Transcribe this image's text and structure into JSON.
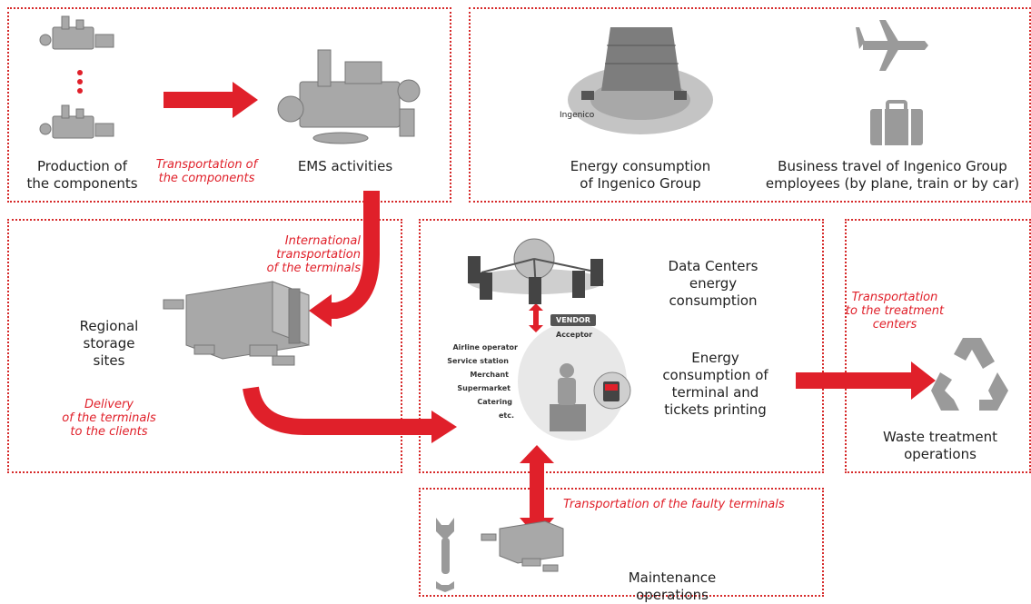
{
  "labels": {
    "production": "Production of\nthe components",
    "transport_components": "Transportation of\nthe components",
    "ems": "EMS activities",
    "energy_group": "Energy consumption\nof Ingenico Group",
    "business_travel": "Business travel of Ingenico Group\nemployees (by plane, train or by car)",
    "intl_transport": "International\ntransportation\nof the terminals",
    "regional_storage": "Regional\nstorage\nsites",
    "delivery": "Delivery\nof the terminals\nto the clients",
    "data_centers": "Data Centers\nenergy\nconsumption",
    "energy_terminal": "Energy\nconsumption of\nterminal and\ntickets printing",
    "transport_treatment": "Transportation\nto the treatment\ncenters",
    "waste": "Waste treatment\noperations",
    "faulty": "Transportation of the faulty terminals",
    "maintenance": "Maintenance\noperations",
    "vendor": "VENDOR",
    "acceptor": "Acceptor",
    "ingenico_logo": "Ingenico",
    "merchants": [
      "Airline operator",
      "Service station",
      "Merchant",
      "Supermarket",
      "Catering",
      "etc."
    ]
  },
  "icons": [
    "factory-icon",
    "plant-icon",
    "building-icon",
    "airplane-icon",
    "suitcase-icon",
    "warehouse-icon",
    "globe-network-icon",
    "terminal-icon",
    "recycle-icon",
    "wrench-icon"
  ],
  "colors": {
    "accent": "#e0202a",
    "border": "#d62a2a",
    "icon": "#9a9a9a"
  }
}
